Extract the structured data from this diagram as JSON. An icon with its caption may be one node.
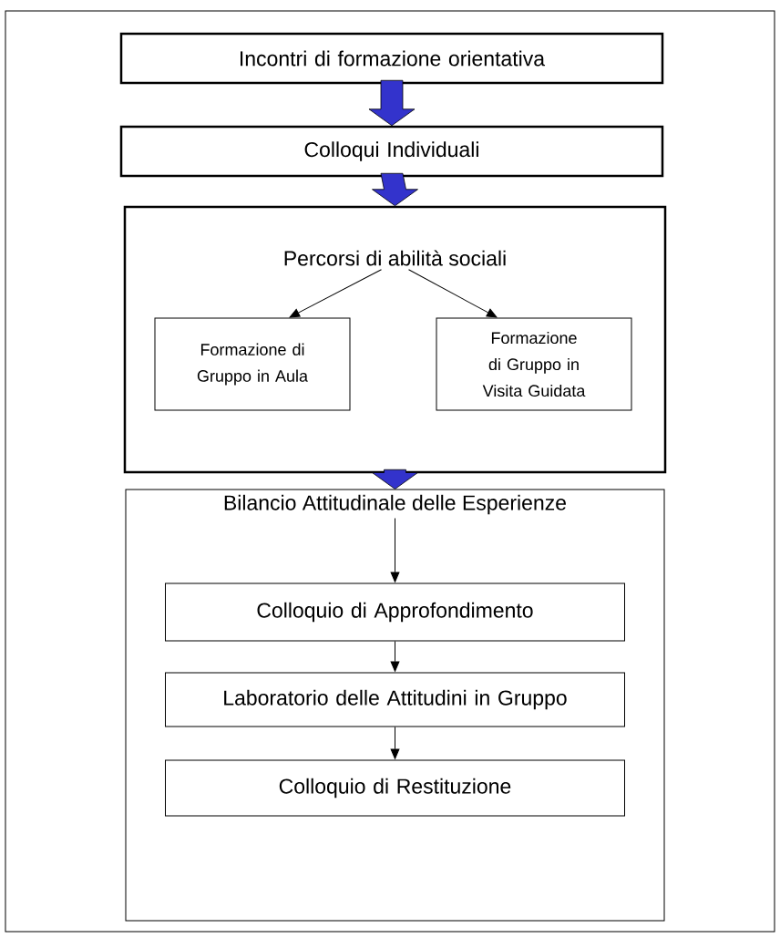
{
  "diagram": {
    "nodes": [
      {
        "text": [
          "Incontri di formazione orientativa"
        ]
      },
      {
        "text": [
          "Colloqui Individuali"
        ]
      },
      {
        "text": [],
        "shape": "box"
      },
      {
        "text": [
          "Percorsi di abilità sociali"
        ],
        "in": 2
      },
      {
        "text": [
          "Formazione di Gruppo in Aula"
        ],
        "in": 2
      },
      {
        "text": [
          "Formazione di Gruppo in Visita Guidata"
        ],
        "in": 2
      },
      {
        "text": [],
        "shape": "box"
      },
      {
        "text": [
          "Bilancio Attitudinale delle Esperienze"
        ],
        "in": 6
      },
      {
        "text": [
          "Colloquio di Approfondimento"
        ],
        "in": 6
      },
      {
        "text": [
          "Laboratorio delle Attitudini in Gruppo"
        ],
        "in": 6
      },
      {
        "text": [
          "Colloquio di Restituzione"
        ],
        "in": 6
      }
    ],
    "edges": [
      {
        "from": 0,
        "to": 1,
        "arrow": "to",
        "style": "thick",
        "color": "#3333cc"
      },
      {
        "from": 1,
        "to": 2,
        "arrow": "to",
        "style": "thick",
        "color": "#3333cc"
      },
      {
        "from": 3,
        "to": 4,
        "arrow": "to"
      },
      {
        "from": 3,
        "to": 5,
        "arrow": "to"
      },
      {
        "from": 2,
        "to": 6,
        "arrow": "to",
        "style": "thick",
        "color": "#3333cc"
      },
      {
        "from": 7,
        "to": 8,
        "arrow": "to"
      },
      {
        "from": 8,
        "to": 9,
        "arrow": "to"
      },
      {
        "from": 9,
        "to": 10,
        "arrow": "to"
      }
    ]
  }
}
